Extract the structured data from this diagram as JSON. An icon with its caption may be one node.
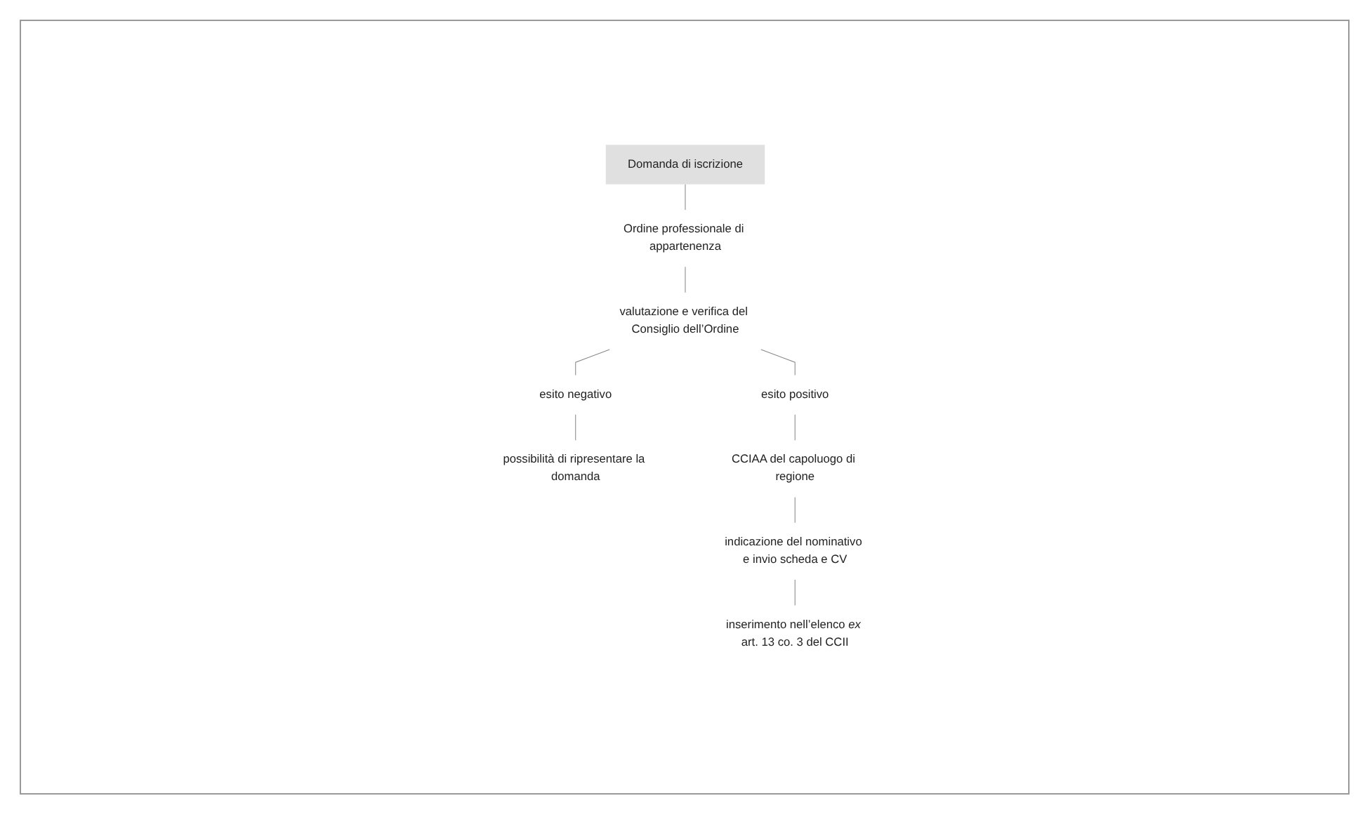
{
  "diagram": {
    "nodes": [
      {
        "text": [
          "Domanda di iscrizione"
        ]
      },
      {
        "text": [
          "Ordine professionale di appartenenza"
        ]
      },
      {
        "text": [
          "valutazione e verifica del Consiglio dell’Ordine"
        ]
      },
      {
        "text": [
          "esito negativo"
        ]
      },
      {
        "text": [
          "esito positivo"
        ]
      },
      {
        "text": [
          "possibilità di ripresentare la domanda"
        ]
      },
      {
        "text": [
          "CCIAA del capoluogo di regione"
        ]
      },
      {
        "text": [
          "indicazione del nominativo e invio scheda e CV"
        ]
      },
      {
        "text": [
          "inserimento nell’elenco *ex* art. 13 co. 3 del CCII"
        ]
      }
    ],
    "edges": [
      {
        "from": 0,
        "to": 1,
        "arrow": "none"
      },
      {
        "from": 1,
        "to": 2,
        "arrow": "none"
      },
      {
        "from": 2,
        "to": 3,
        "arrow": "none"
      },
      {
        "from": 2,
        "to": 4,
        "arrow": "none"
      },
      {
        "from": 3,
        "to": 5,
        "arrow": "none"
      },
      {
        "from": 4,
        "to": 6,
        "arrow": "none"
      },
      {
        "from": 6,
        "to": 7,
        "arrow": "none"
      },
      {
        "from": 7,
        "to": 8,
        "arrow": "none"
      }
    ]
  }
}
